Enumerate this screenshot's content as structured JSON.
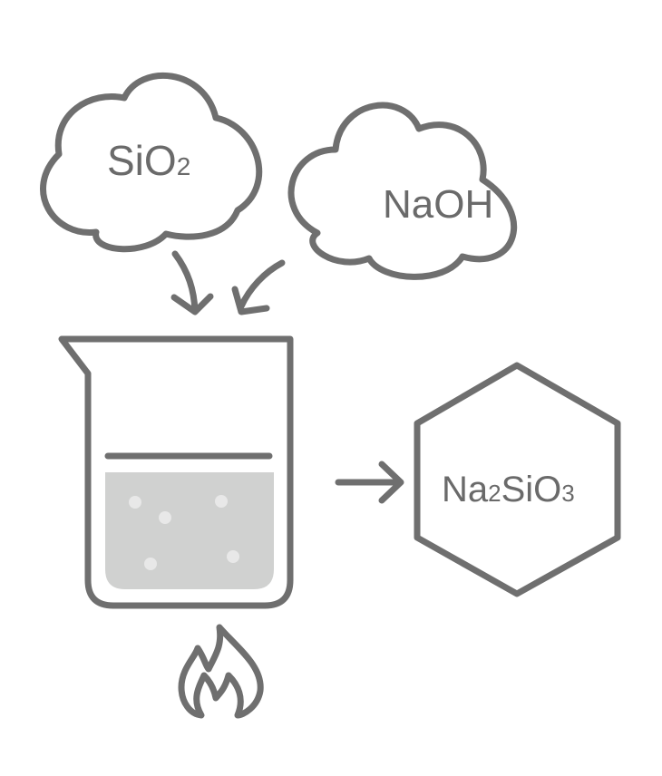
{
  "reactants": [
    {
      "formula": "SiO",
      "subscript": "2"
    },
    {
      "formula": "NaOH"
    }
  ],
  "product": {
    "parts": [
      "Na",
      "2",
      "SiO",
      "3"
    ]
  },
  "colors": {
    "stroke": "#6f6f6f",
    "liquid": "#d0d1d0",
    "bubble": "#e8e8e8",
    "background": "#ffffff"
  }
}
